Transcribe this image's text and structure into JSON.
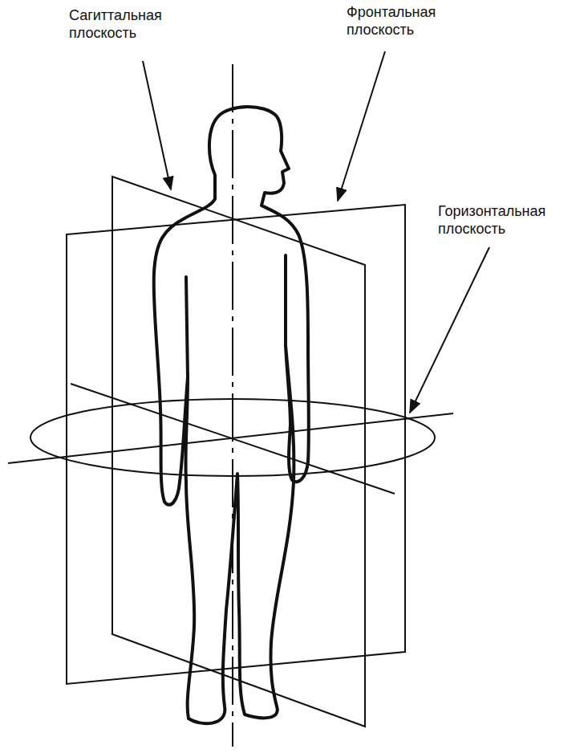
{
  "diagram": {
    "labels": [
      "Сагиттальная плоскость",
      "Фронтальная плоскость",
      "Горизонтальная плоскость"
    ]
  }
}
